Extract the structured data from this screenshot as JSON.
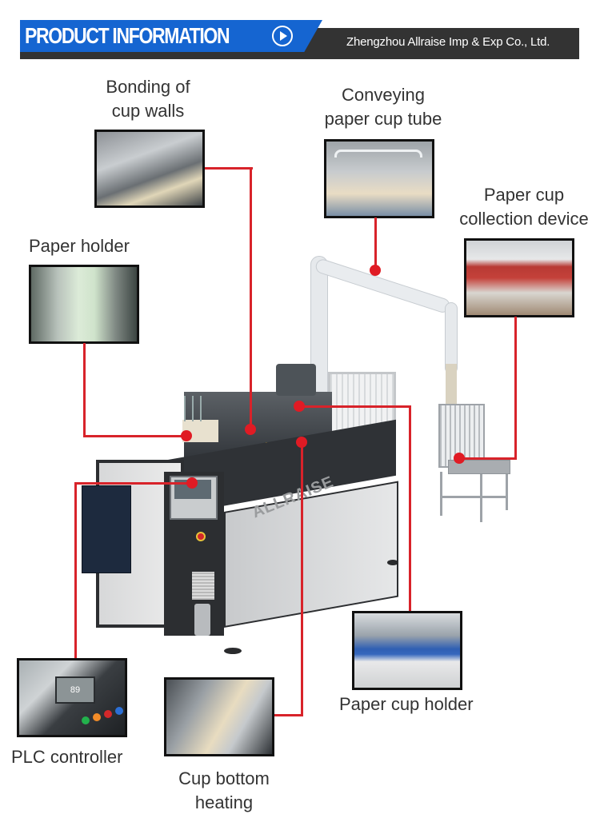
{
  "header": {
    "title": "PRODUCT INFORMATION",
    "arrow_icon": "circled-chevron-right-icon",
    "company": "Zhengzhou Allraise Imp & Exp Co., Ltd.",
    "colors": {
      "blue": "#1565d1",
      "dark": "#333333",
      "connector": "#d8232a"
    }
  },
  "callouts": [
    {
      "id": "bonding",
      "label_line1": "Bonding of",
      "label_line2": "cup walls"
    },
    {
      "id": "conveying",
      "label_line1": "Conveying",
      "label_line2": "paper cup tube"
    },
    {
      "id": "collection",
      "label_line1": "Paper cup",
      "label_line2": "collection device"
    },
    {
      "id": "paper-holder",
      "label_line1": "Paper holder"
    },
    {
      "id": "cup-holder",
      "label_line1": "Paper cup holder"
    },
    {
      "id": "plc",
      "label_line1": "PLC controller",
      "screen_value": "89"
    },
    {
      "id": "cup-bottom",
      "label_line1": "Cup bottom",
      "label_line2": "heating"
    }
  ],
  "machine": {
    "watermark": "ALLRAISE"
  }
}
